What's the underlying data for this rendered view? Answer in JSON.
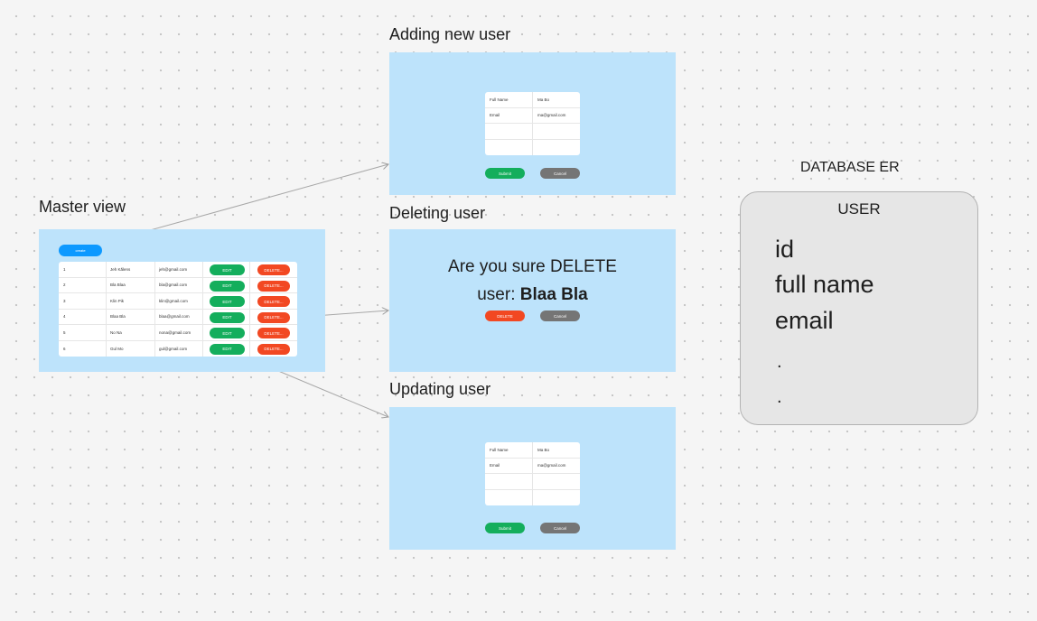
{
  "labels": {
    "master": "Master view",
    "adding": "Adding new user",
    "deleting": "Deleting user",
    "updating": "Updating user",
    "er": "DATABASE ER"
  },
  "master": {
    "create_label": "create",
    "rows": [
      {
        "id": "1",
        "name": "Jeh Kălens",
        "email": "jeh@gmail.com",
        "edit": "EDIT",
        "delete": "DELETE..."
      },
      {
        "id": "2",
        "name": "Bla Blaa",
        "email": "bla@gmail.com",
        "edit": "EDIT",
        "delete": "DELETE..."
      },
      {
        "id": "3",
        "name": "Klin Pik",
        "email": "klin@gmail.com",
        "edit": "EDIT",
        "delete": "DELETE..."
      },
      {
        "id": "4",
        "name": "Blaa Bla",
        "email": "blaa@gmail.com",
        "edit": "EDIT",
        "delete": "DELETE..."
      },
      {
        "id": "5",
        "name": "No Na",
        "email": "nona@gmail.com",
        "edit": "EDIT",
        "delete": "DELETE..."
      },
      {
        "id": "6",
        "name": "Gul Mo",
        "email": "gul@gmail.com",
        "edit": "EDIT",
        "delete": "DELETE..."
      }
    ]
  },
  "add_form": {
    "fullname_label": "Full Name",
    "fullname_value": "Ma Bo",
    "email_label": "Email",
    "email_value": "ma@gmail.com",
    "submit": "Submit",
    "cancel": "Cancel"
  },
  "update_form": {
    "fullname_label": "Full Name",
    "fullname_value": "Ma Bo",
    "email_label": "Email",
    "email_value": "ma@gmail.com",
    "submit": "Submit",
    "cancel": "Cancel"
  },
  "delete_dialog": {
    "line1": "Are you sure DELETE",
    "line2_prefix": "user: ",
    "user_name": "Blaa Bla",
    "delete_btn": "DELETE",
    "cancel_btn": "Cancel"
  },
  "er": {
    "entity": "USER",
    "fields": [
      "id",
      "full name",
      "email"
    ],
    "ellipsis": [
      ".",
      "."
    ]
  },
  "colors": {
    "frame_bg": "#bde3fb",
    "create": "#0d99ff",
    "edit": "#14ae5c",
    "delete": "#f24822",
    "cancel": "#757575"
  }
}
